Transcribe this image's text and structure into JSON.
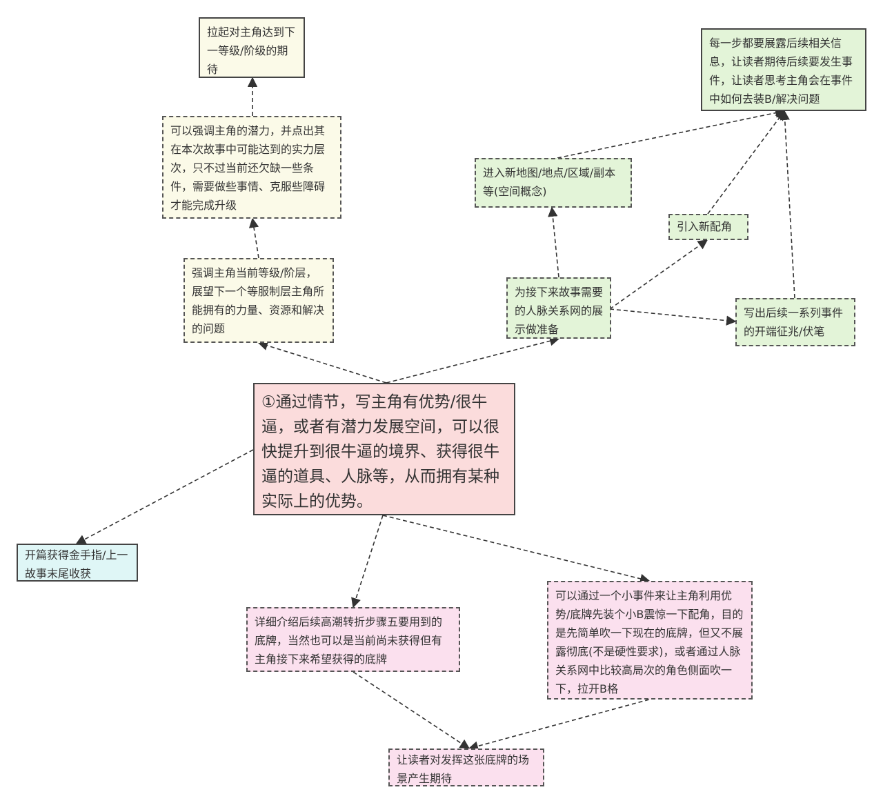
{
  "nodes": {
    "main": "①通过情节，写主角有优势/很牛逼，或者有潜力发展空间，可以很快提升到很牛逼的境界、获得很牛逼的道具、人脉等，从而拥有某种实际上的优势。",
    "top_expect": "拉起对主角达到下一等级/阶级的期待",
    "potential": "可以强调主角的潜力，并点出其在本次故事中可能达到的实力层次，只不过当前还欠缺一些条件，需要做些事情、克服些障碍才能完成升级",
    "current_level": "强调主角当前等级/阶层，展望下一个等服制层主角所能拥有的力量、资源和解决的问题",
    "reveal_info": "每一步都要展露后续相关信息，让读者期待后续要发生事件，让读者思考主角会在事件中如何去装B/解决问题",
    "new_map": "进入新地图/地点/区域/副本等(空间概念)",
    "new_role": "引入新配角",
    "network": "为接下来故事需要的人脉关系网的展示做准备",
    "foreshadow": "写出后续一系列事件的开端征兆/伏笔",
    "golden_finger": "开篇获得金手指/上一故事末尾收获",
    "trump_card": "详细介绍后续高潮转折步骤五要用到的底牌，当然也可以是当前尚未获得但有主角接下来希望获得的底牌",
    "small_event": "可以通过一个小事件来让主角利用优势/底牌先装个小B震惊一下配角，目的是先简单吹一下现在的底牌，但又不展露彻底(不是硬性要求)，或者通过人脉关系网中比较高局次的角色侧面吹一下，拉开B格",
    "reader_expect": "让读者对发挥这张底牌的场景产生期待"
  }
}
